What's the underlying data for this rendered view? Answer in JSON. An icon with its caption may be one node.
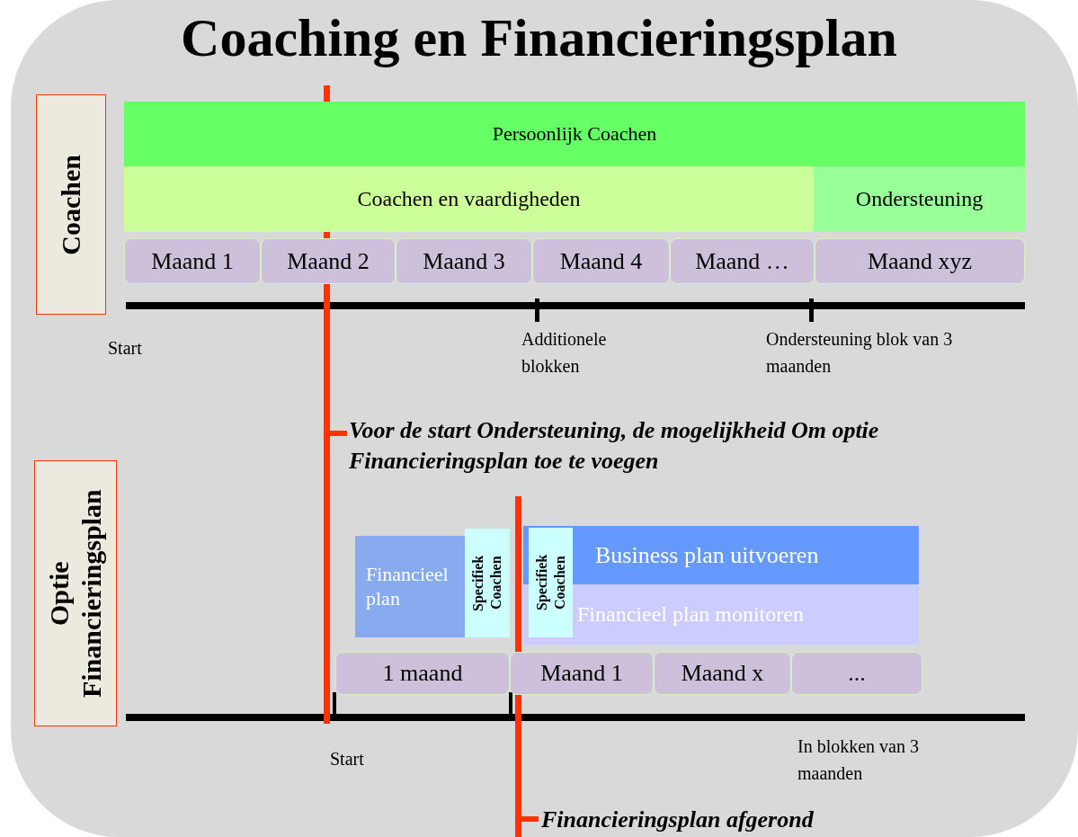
{
  "diagram": {
    "title": "Coaching en Financieringsplan",
    "nodes": [
      {
        "text": [
          "Coachen"
        ]
      },
      {
        "text": [
          "Persoonlijk Coachen"
        ]
      },
      {
        "text": [
          "Coachen en vaardigheden"
        ]
      },
      {
        "text": [
          "Ondersteuning"
        ]
      },
      {
        "text": [
          "Maand 1"
        ]
      },
      {
        "text": [
          "Maand 2"
        ]
      },
      {
        "text": [
          "Maand 3"
        ]
      },
      {
        "text": [
          "Maand 4"
        ]
      },
      {
        "text": [
          "Maand …"
        ]
      },
      {
        "text": [
          "Maand xyz"
        ]
      },
      {
        "text": [
          "Optie Financieringsplan"
        ]
      },
      {
        "text": [
          "Financieel plan"
        ]
      },
      {
        "text": [
          "Specifiek Coachen"
        ]
      },
      {
        "text": [
          "Business plan uitvoeren"
        ]
      },
      {
        "text": [
          "Specifiek Coachen"
        ]
      },
      {
        "text": [
          "Financieel plan monitoren"
        ]
      },
      {
        "text": [
          "1 maand"
        ]
      },
      {
        "text": [
          "Maand 1"
        ]
      },
      {
        "text": [
          "Maand x"
        ]
      },
      {
        "text": [
          "..."
        ]
      }
    ],
    "labels": [
      "Start",
      "Additionele blokken",
      "Ondersteuning blok van 3 maanden",
      "Voor de start Ondersteuning, de mogelijkheid Om optie Financieringsplan toe te voegen",
      "Start",
      "In blokken van 3 maanden",
      "Financieringsplan afgerond"
    ]
  }
}
